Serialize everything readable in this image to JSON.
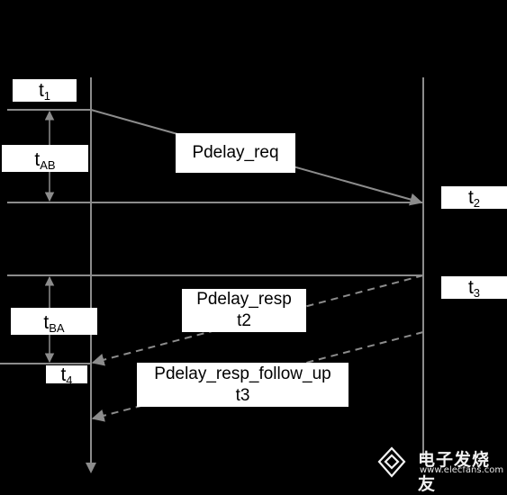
{
  "labels": {
    "t1": {
      "main": "t",
      "sub": "1"
    },
    "tAB": {
      "main": "t",
      "sub": "AB"
    },
    "t2": {
      "main": "t",
      "sub": "2"
    },
    "t3": {
      "main": "t",
      "sub": "3"
    },
    "tBA": {
      "main": "t",
      "sub": "BA"
    },
    "t4": {
      "main": "t",
      "sub": "4"
    }
  },
  "messages": {
    "req": {
      "line1": "Pdelay_req"
    },
    "resp": {
      "line1": "Pdelay_resp",
      "line2": "t2"
    },
    "follow": {
      "line1": "Pdelay_resp_follow_up",
      "line2": "t3"
    }
  },
  "watermark": {
    "text": "电子发烧友",
    "url": "www.elecfans.com"
  },
  "colors": {
    "background": "#000000",
    "line": "#8c8c8c",
    "box": "#ffffff",
    "text": "#000000"
  }
}
